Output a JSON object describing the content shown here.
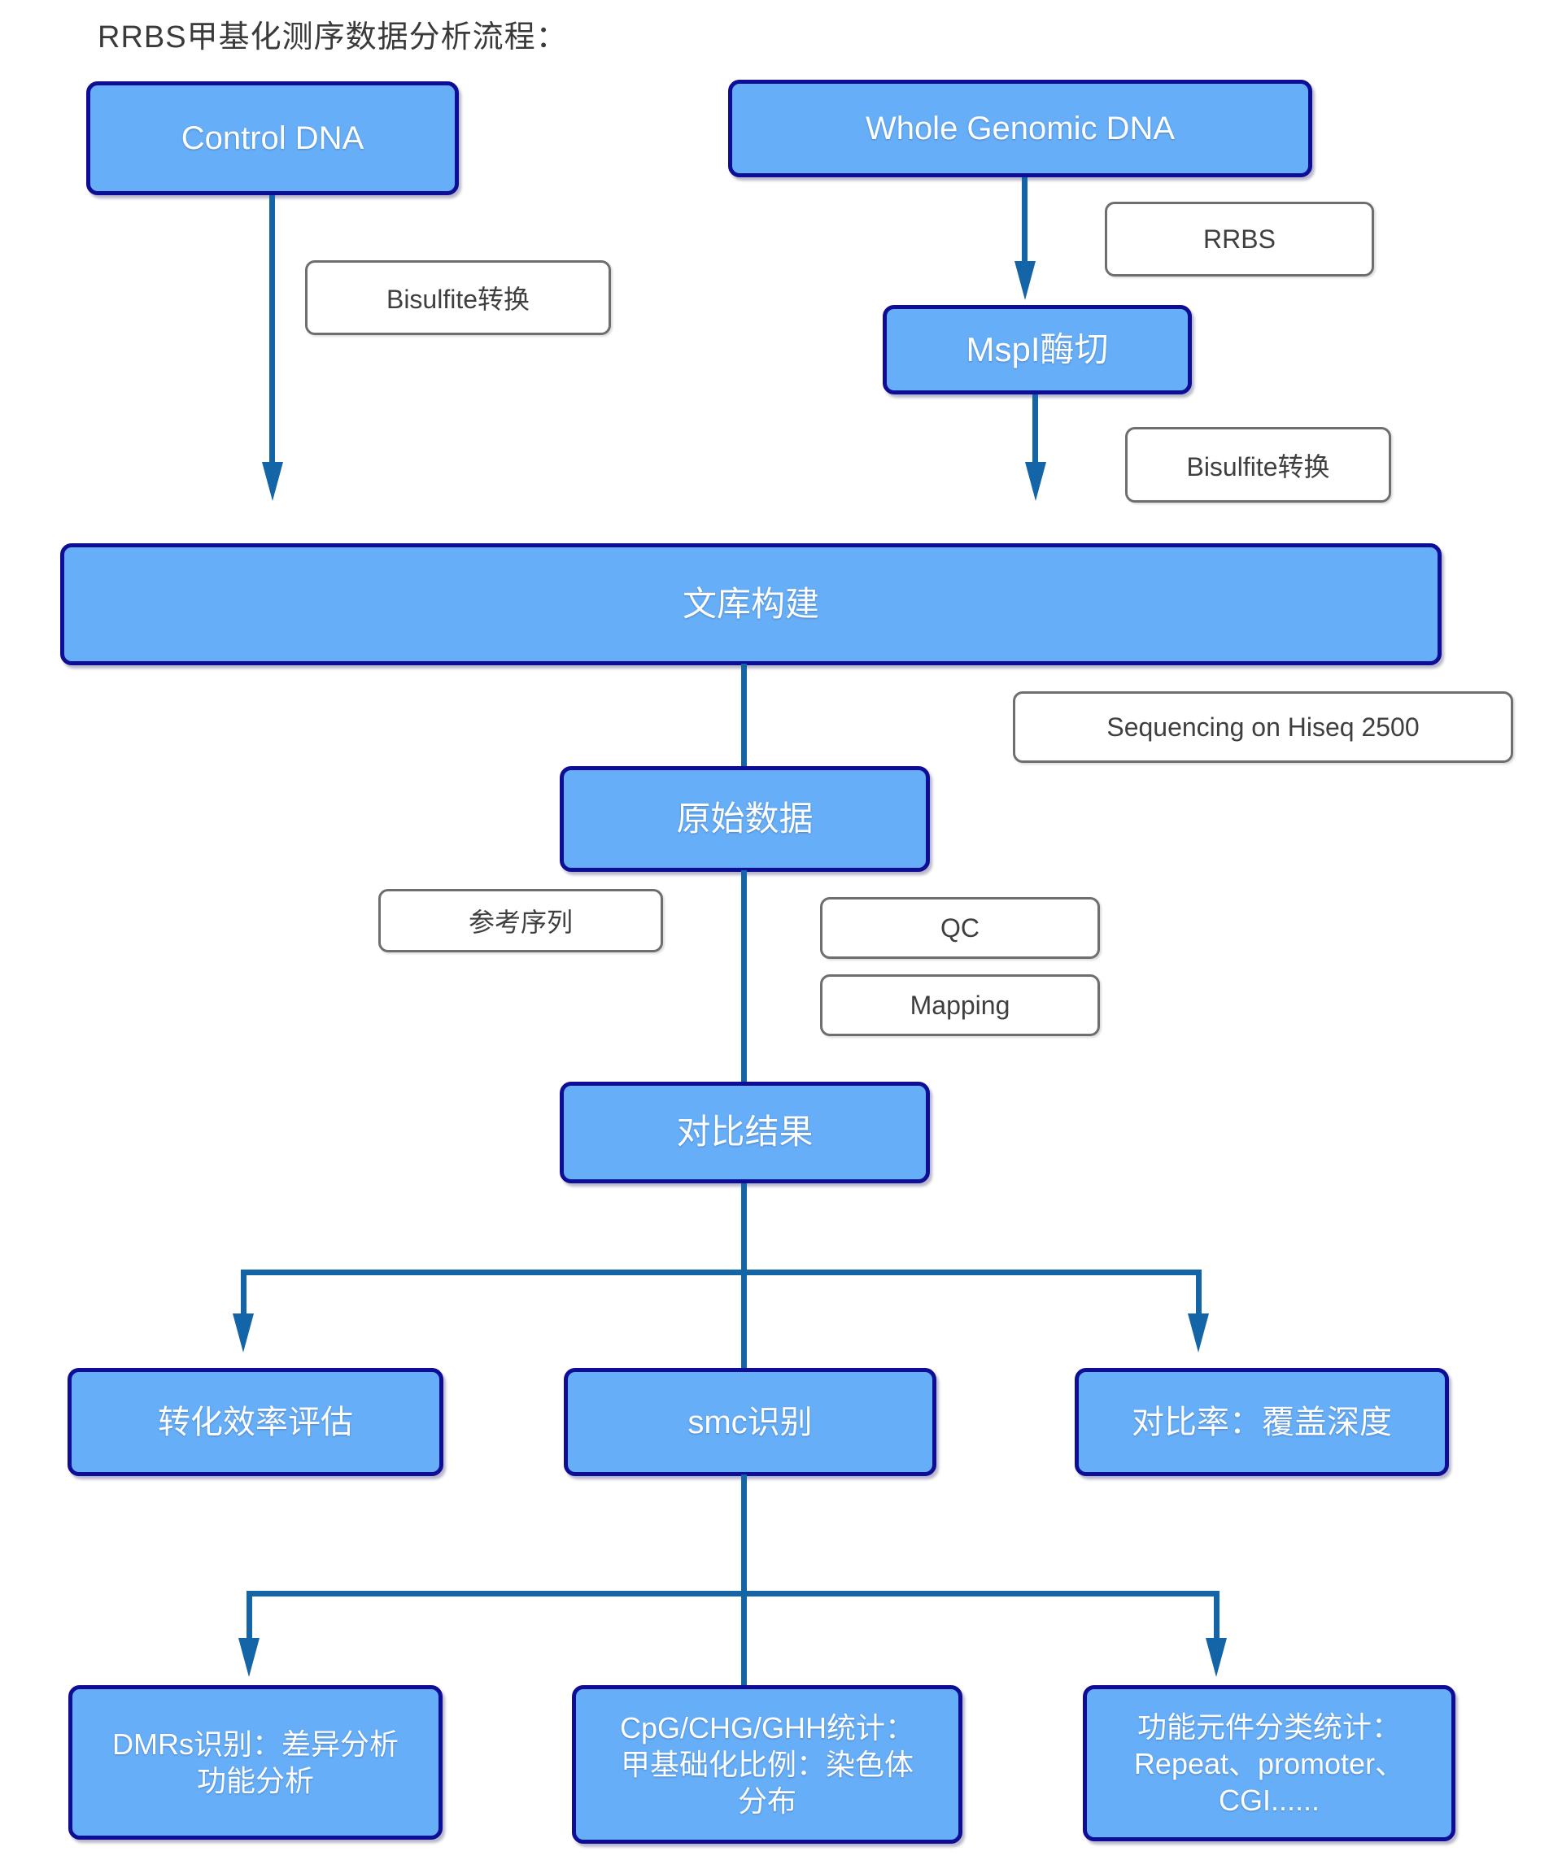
{
  "title": "RRBS甲基化测序数据分析流程：",
  "colors": {
    "box_fill": "#66AEF7",
    "box_border": "#0D0D96",
    "arrow": "#1464A8",
    "label_border": "#6E6E6E",
    "label_text": "#3F3F3F",
    "title_text": "#3A3A3A",
    "box_text": "#FFFFFF"
  },
  "nodes": {
    "control_dna": "Control DNA",
    "whole_genomic_dna": "Whole Genomic DNA",
    "mspi_digest": "MspI酶切",
    "library_construction": "文库构建",
    "raw_data": "原始数据",
    "alignment_result": "对比结果",
    "conversion_efficiency": "转化效率评估",
    "smc_identification": "smc识别",
    "mapping_rate_depth": "对比率：覆盖深度",
    "dmrs_identification": "DMRs识别：差异分析\n功能分析",
    "cpg_chg_ghh_stats": "CpG/CHG/GHH统计：\n甲基础化比例：染色体\n分布",
    "functional_elements": "功能元件分类统计：\nRepeat、promoter、\nCGI......"
  },
  "process_labels": {
    "bisulfite_left": "Bisulfite转换",
    "rrbs": "RRBS",
    "bisulfite_right": "Bisulfite转换",
    "sequencing": "Sequencing on Hiseq 2500",
    "reference_sequence": "参考序列",
    "qc": "QC",
    "mapping": "Mapping"
  }
}
